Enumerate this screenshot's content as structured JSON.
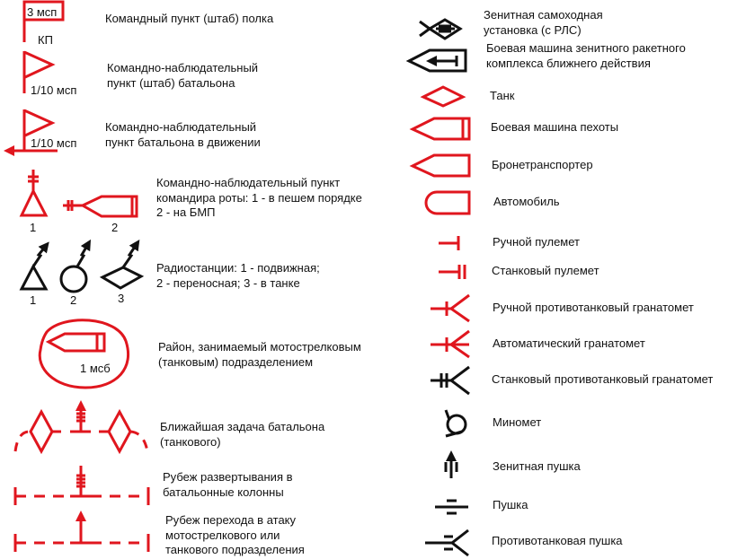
{
  "colors": {
    "red": "#e0161e",
    "black": "#111111"
  },
  "left": [
    {
      "lines": [
        "Командный пункт (штаб) полка"
      ],
      "symbol_labels": [
        "3 мсп",
        "КП"
      ]
    },
    {
      "lines": [
        "Командно-наблюдательный",
        "пункт (штаб) батальона"
      ],
      "symbol_labels": [
        "1/10 мсп"
      ]
    },
    {
      "lines": [
        "Командно-наблюдательный",
        "пункт батальона в движении"
      ],
      "symbol_labels": [
        "1/10 мсп"
      ]
    },
    {
      "lines": [
        "Командно-наблюдательный пункт",
        "командира роты: 1 - в пешем порядке",
        "2 - на БМП"
      ],
      "symbol_labels": [
        "1",
        "2"
      ]
    },
    {
      "lines": [
        "Радиостанции: 1 - подвижная;",
        "2 - переносная; 3 - в танке"
      ],
      "symbol_labels": [
        "1",
        "2",
        "3"
      ]
    },
    {
      "lines": [
        "Район, занимаемый мотострелковым",
        "(танковым) подразделением"
      ],
      "symbol_labels": [
        "1 мсб"
      ]
    },
    {
      "lines": [
        "Ближайшая задача батальона",
        "(танкового)"
      ]
    },
    {
      "lines": [
        "Рубеж развертывания в",
        "батальонные колонны"
      ]
    },
    {
      "lines": [
        "Рубеж перехода в атаку",
        "мотострелкового или",
        "танкового подразделения"
      ]
    }
  ],
  "right": [
    {
      "lines": [
        "Зенитная самоходная",
        "установка (с РЛС)"
      ]
    },
    {
      "lines": [
        "Боевая машина зенитного ракетного",
        "комплекса ближнего действия"
      ]
    },
    {
      "lines": [
        "Танк"
      ]
    },
    {
      "lines": [
        "Боевая машина пехоты"
      ]
    },
    {
      "lines": [
        "Бронетранспортер"
      ]
    },
    {
      "lines": [
        "Автомобиль"
      ]
    },
    {
      "lines": [
        "Ручной пулемет"
      ]
    },
    {
      "lines": [
        "Станковый пулемет"
      ]
    },
    {
      "lines": [
        "Ручной противотанковый гранатомет"
      ]
    },
    {
      "lines": [
        "Автоматический гранатомет"
      ]
    },
    {
      "lines": [
        "Станковый противотанковый гранатомет"
      ]
    },
    {
      "lines": [
        "Миномет"
      ]
    },
    {
      "lines": [
        "Зенитная пушка"
      ]
    },
    {
      "lines": [
        "Пушка"
      ]
    },
    {
      "lines": [
        "Противотанковая пушка"
      ]
    }
  ]
}
